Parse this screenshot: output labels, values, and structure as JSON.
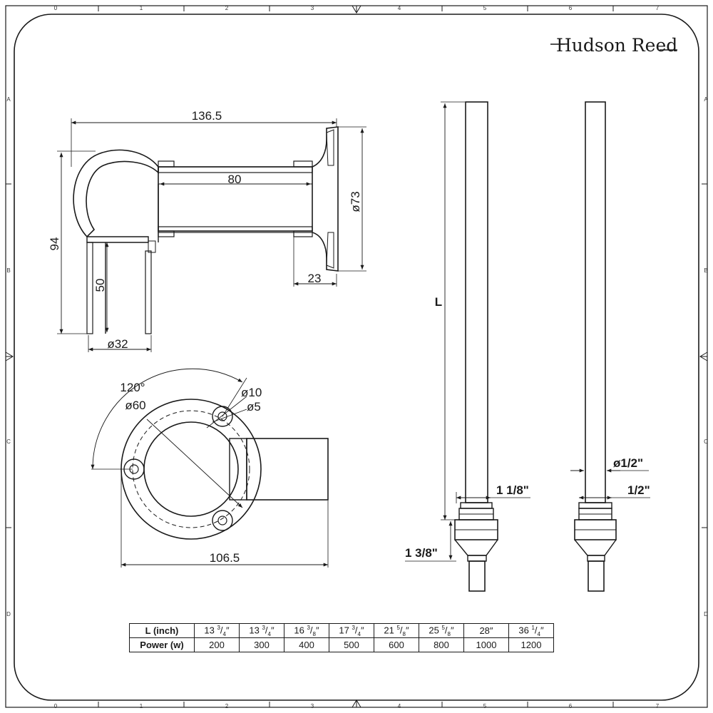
{
  "brand": {
    "name": "Hudson Reed"
  },
  "grid": {
    "columns": [
      "0",
      "1",
      "2",
      "3",
      "4",
      "5",
      "6",
      "7"
    ],
    "rows": [
      "A",
      "B",
      "C",
      "D"
    ]
  },
  "side_view": {
    "overall_width": "136.5",
    "height": "94",
    "tube_length": "80",
    "flange_diameter": "ø73",
    "flange_depth": "23",
    "outlet_length": "50",
    "outlet_diameter": "ø32"
  },
  "top_view": {
    "angle": "120°",
    "pcd": "ø60",
    "hole_outer": "ø10",
    "hole_inner": "ø5",
    "width": "106.5"
  },
  "element_left": {
    "length_label": "L",
    "body_diameter": "1 1/8\"",
    "nut_height": "1 3/8\""
  },
  "element_right": {
    "thread": "ø1/2\"",
    "thread_size": "1/2\""
  },
  "table": {
    "row1_header": "L (inch)",
    "row2_header": "Power (w)",
    "lengths": [
      {
        "whole": "13",
        "num": "3",
        "den": "4"
      },
      {
        "whole": "13",
        "num": "3",
        "den": "4"
      },
      {
        "whole": "16",
        "num": "3",
        "den": "8"
      },
      {
        "whole": "17",
        "num": "3",
        "den": "4"
      },
      {
        "whole": "21",
        "num": "5",
        "den": "8"
      },
      {
        "whole": "25",
        "num": "5",
        "den": "8"
      },
      {
        "whole": "28",
        "num": "",
        "den": ""
      },
      {
        "whole": "36",
        "num": "1",
        "den": "4"
      }
    ],
    "powers": [
      "200",
      "300",
      "400",
      "500",
      "600",
      "800",
      "1000",
      "1200"
    ]
  }
}
